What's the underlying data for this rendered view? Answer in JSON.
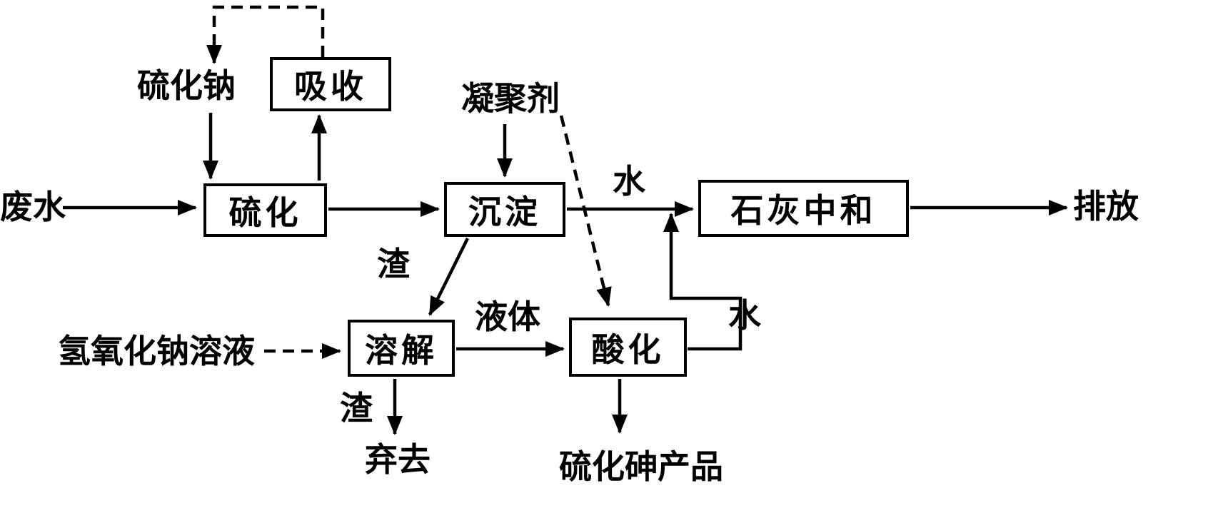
{
  "diagram": {
    "type": "process-flowchart",
    "colors": {
      "stroke": "#000000",
      "background": "#ffffff"
    },
    "nodes": {
      "absorb": "吸收",
      "sulfide": "硫化",
      "precipitate": "沉淀",
      "lime": "石灰中和",
      "dissolve": "溶解",
      "acidify": "酸化"
    },
    "labels": {
      "wastewater": "废水",
      "sodium_sulfide": "硫化钠",
      "coagulant": "凝聚剂",
      "water_top": "水",
      "discharge": "排放",
      "slag_top": "渣",
      "liquid": "液体",
      "water_right": "水",
      "naoh_solution": "氢氧化钠溶液",
      "slag_bottom": "渣",
      "discard": "弃去",
      "arsenic_sulfide_product": "硫化砷产品"
    },
    "edges": [
      {
        "from": "废水",
        "to": "硫化",
        "style": "solid"
      },
      {
        "from": "硫化钠",
        "to": "硫化",
        "style": "solid"
      },
      {
        "from": "硫化",
        "to": "吸收",
        "style": "solid"
      },
      {
        "from": "吸收",
        "to": "硫化钠",
        "style": "dashed"
      },
      {
        "from": "硫化",
        "to": "沉淀",
        "style": "solid"
      },
      {
        "from": "凝聚剂",
        "to": "沉淀",
        "style": "solid"
      },
      {
        "from": "沉淀",
        "to": "石灰中和",
        "style": "solid",
        "label": "水"
      },
      {
        "from": "石灰中和",
        "to": "排放",
        "style": "solid"
      },
      {
        "from": "沉淀",
        "to": "溶解",
        "style": "solid",
        "label": "渣"
      },
      {
        "from": "凝聚剂",
        "to": "酸化",
        "style": "dashed"
      },
      {
        "from": "氢氧化钠溶液",
        "to": "溶解",
        "style": "dashed"
      },
      {
        "from": "溶解",
        "to": "酸化",
        "style": "solid",
        "label": "液体"
      },
      {
        "from": "溶解",
        "to": "弃去",
        "style": "solid",
        "label": "渣"
      },
      {
        "from": "酸化",
        "to": "硫化砷产品",
        "style": "solid"
      },
      {
        "from": "酸化",
        "to": "石灰中和",
        "style": "solid",
        "label": "水"
      }
    ]
  }
}
